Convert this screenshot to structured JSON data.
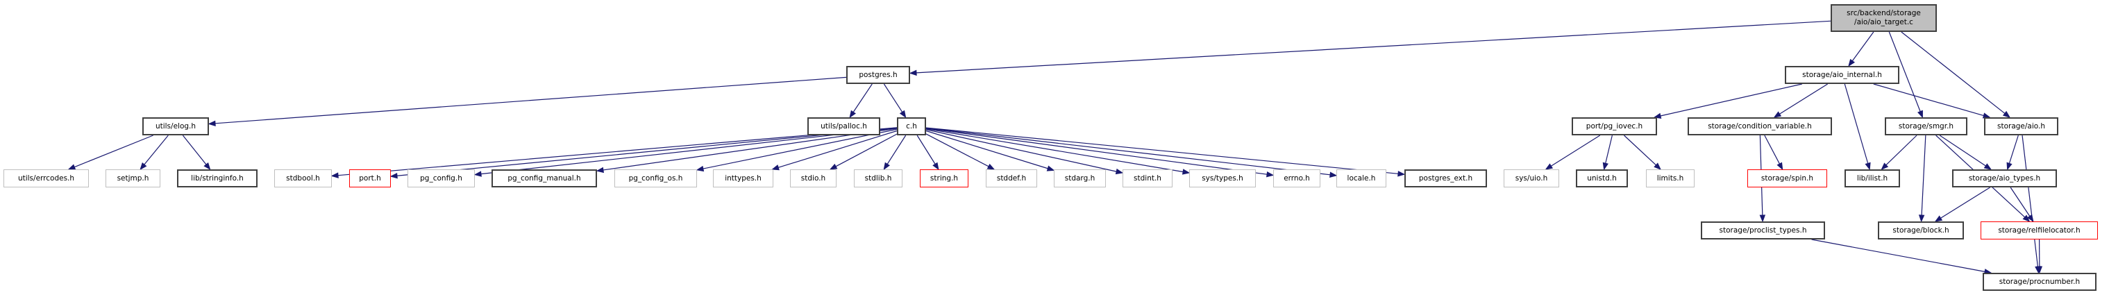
{
  "title": "src/backend/storage/aio/aio_target.c include dependency graph",
  "colors": {
    "edge": "#191970",
    "documented_border": "#404040",
    "external_border": "#bfbfbf",
    "truncated_border": "#ff0000",
    "root_fill": "#bfbfbf"
  },
  "nodes": {
    "root": {
      "label": "src/backend/storage\n/aio/aio_target.c",
      "kind": "root"
    },
    "postgres": {
      "label": "postgres.h",
      "kind": "doc"
    },
    "aio_internal": {
      "label": "storage/aio_internal.h",
      "kind": "doc"
    },
    "elog": {
      "label": "utils/elog.h",
      "kind": "doc"
    },
    "palloc": {
      "label": "utils/palloc.h",
      "kind": "doc"
    },
    "c": {
      "label": "c.h",
      "kind": "doc"
    },
    "pg_iovec": {
      "label": "port/pg_iovec.h",
      "kind": "doc"
    },
    "cond_var": {
      "label": "storage/condition_variable.h",
      "kind": "doc"
    },
    "smgr": {
      "label": "storage/smgr.h",
      "kind": "doc"
    },
    "aio": {
      "label": "storage/aio.h",
      "kind": "doc"
    },
    "errcodes": {
      "label": "utils/errcodes.h",
      "kind": "ext"
    },
    "setjmp": {
      "label": "setjmp.h",
      "kind": "ext"
    },
    "stringinfo": {
      "label": "lib/stringinfo.h",
      "kind": "doc"
    },
    "stdbool": {
      "label": "stdbool.h",
      "kind": "ext"
    },
    "port": {
      "label": "port.h",
      "kind": "red"
    },
    "pg_config": {
      "label": "pg_config.h",
      "kind": "ext"
    },
    "pg_config_manual": {
      "label": "pg_config_manual.h",
      "kind": "doc"
    },
    "pg_config_os": {
      "label": "pg_config_os.h",
      "kind": "ext"
    },
    "inttypes": {
      "label": "inttypes.h",
      "kind": "ext"
    },
    "stdio": {
      "label": "stdio.h",
      "kind": "ext"
    },
    "stdlib": {
      "label": "stdlib.h",
      "kind": "ext"
    },
    "string": {
      "label": "string.h",
      "kind": "red"
    },
    "stddef": {
      "label": "stddef.h",
      "kind": "ext"
    },
    "stdarg": {
      "label": "stdarg.h",
      "kind": "ext"
    },
    "stdint": {
      "label": "stdint.h",
      "kind": "ext"
    },
    "systypes": {
      "label": "sys/types.h",
      "kind": "ext"
    },
    "errno": {
      "label": "errno.h",
      "kind": "ext"
    },
    "locale": {
      "label": "locale.h",
      "kind": "ext"
    },
    "postgres_ext": {
      "label": "postgres_ext.h",
      "kind": "doc"
    },
    "sysuio": {
      "label": "sys/uio.h",
      "kind": "ext"
    },
    "unistd": {
      "label": "unistd.h",
      "kind": "doc"
    },
    "limits": {
      "label": "limits.h",
      "kind": "ext"
    },
    "spin": {
      "label": "storage/spin.h",
      "kind": "red"
    },
    "ilist": {
      "label": "lib/ilist.h",
      "kind": "doc"
    },
    "aio_types": {
      "label": "storage/aio_types.h",
      "kind": "doc"
    },
    "proclist": {
      "label": "storage/proclist_types.h",
      "kind": "doc"
    },
    "block": {
      "label": "storage/block.h",
      "kind": "doc"
    },
    "relfile": {
      "label": "storage/relfilelocator.h",
      "kind": "red"
    },
    "procnumber": {
      "label": "storage/procnumber.h",
      "kind": "doc"
    }
  },
  "edges": [
    [
      "root",
      "postgres"
    ],
    [
      "root",
      "aio_internal"
    ],
    [
      "root",
      "smgr"
    ],
    [
      "root",
      "aio"
    ],
    [
      "postgres",
      "elog"
    ],
    [
      "postgres",
      "palloc"
    ],
    [
      "postgres",
      "c"
    ],
    [
      "elog",
      "errcodes"
    ],
    [
      "elog",
      "setjmp"
    ],
    [
      "elog",
      "stringinfo"
    ],
    [
      "c",
      "stdbool"
    ],
    [
      "c",
      "port"
    ],
    [
      "c",
      "pg_config"
    ],
    [
      "c",
      "pg_config_manual"
    ],
    [
      "c",
      "pg_config_os"
    ],
    [
      "c",
      "inttypes"
    ],
    [
      "c",
      "stdio"
    ],
    [
      "c",
      "stdlib"
    ],
    [
      "c",
      "string"
    ],
    [
      "c",
      "stddef"
    ],
    [
      "c",
      "stdarg"
    ],
    [
      "c",
      "stdint"
    ],
    [
      "c",
      "systypes"
    ],
    [
      "c",
      "errno"
    ],
    [
      "c",
      "locale"
    ],
    [
      "c",
      "postgres_ext"
    ],
    [
      "aio_internal",
      "pg_iovec"
    ],
    [
      "aio_internal",
      "cond_var"
    ],
    [
      "aio_internal",
      "ilist"
    ],
    [
      "aio_internal",
      "aio"
    ],
    [
      "pg_iovec",
      "sysuio"
    ],
    [
      "pg_iovec",
      "unistd"
    ],
    [
      "pg_iovec",
      "limits"
    ],
    [
      "cond_var",
      "spin"
    ],
    [
      "cond_var",
      "proclist"
    ],
    [
      "smgr",
      "ilist"
    ],
    [
      "smgr",
      "block"
    ],
    [
      "smgr",
      "aio_types"
    ],
    [
      "smgr",
      "relfile"
    ],
    [
      "aio",
      "aio_types"
    ],
    [
      "aio",
      "procnumber"
    ],
    [
      "aio_types",
      "block"
    ],
    [
      "aio_types",
      "relfile"
    ],
    [
      "proclist",
      "procnumber"
    ],
    [
      "relfile",
      "procnumber"
    ]
  ]
}
